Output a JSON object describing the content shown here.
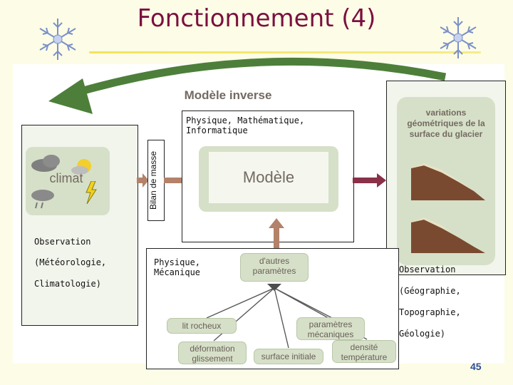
{
  "slide": {
    "title": "Fonctionnement (4)",
    "page_number": "45"
  },
  "diagram": {
    "inverse_label": "Modèle inverse",
    "physique_math": "Physique, Mathématique, Informatique",
    "model_label": "Modèle",
    "bilan_label": "Bilan de masse",
    "climat_label": "climat",
    "variations_label": "variations géométriques de la surface du glacier",
    "autres_label": "d'autres paramètres",
    "physique_meca": "Physique, Mécanique",
    "obs_left": [
      "Observation",
      "(Météorologie,",
      "Climatologie)"
    ],
    "obs_right": [
      "Observation",
      "(Géographie,",
      "Topographie,",
      "Géologie)"
    ],
    "params": [
      {
        "id": "lit",
        "label": "lit rocheux"
      },
      {
        "id": "meca",
        "label": "paramètres mécaniques"
      },
      {
        "id": "deform",
        "label": "déformation glissement"
      },
      {
        "id": "surface",
        "label": "surface initiale"
      },
      {
        "id": "densite",
        "label": "densité température"
      }
    ]
  },
  "colors": {
    "title": "#7a1040",
    "panel_green": "#d6e0c8",
    "arrow_brown": "#b3826a",
    "arrow_maroon": "#8a3048",
    "big_arrow": "#4d7f3a"
  },
  "icons": [
    "snowflake-icon",
    "cloud-icon",
    "sun-icon",
    "lightning-icon"
  ]
}
